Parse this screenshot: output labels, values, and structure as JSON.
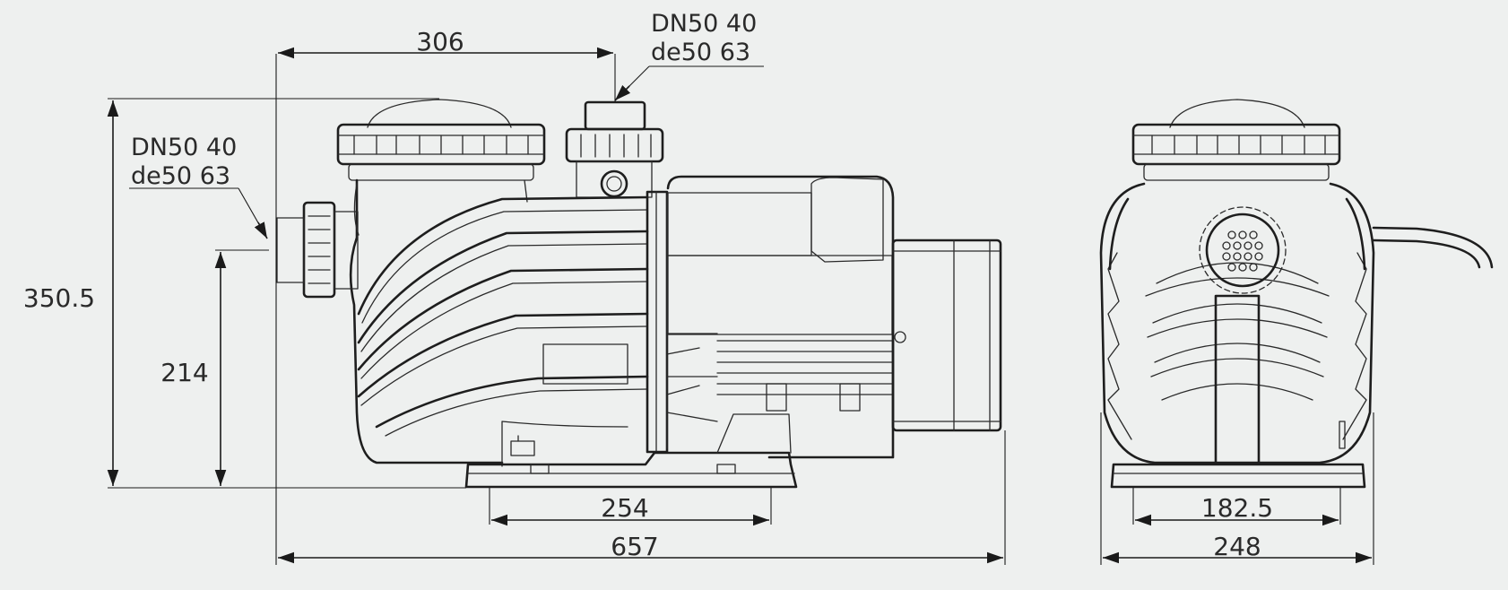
{
  "labels": {
    "top_length": "306",
    "overall_height": "350.5",
    "inlet_height": "214",
    "base_hole_spacing": "254",
    "overall_length": "657",
    "side_base_inner": "182.5",
    "side_base_outer": "248",
    "outlet_conn_line1": "DN50 40",
    "outlet_conn_line2": "de50 63",
    "inlet_conn_line1": "DN50 40",
    "inlet_conn_line2": "de50 63"
  },
  "colors": {
    "background": "#eef0ef",
    "line": "#1e1e1e"
  }
}
